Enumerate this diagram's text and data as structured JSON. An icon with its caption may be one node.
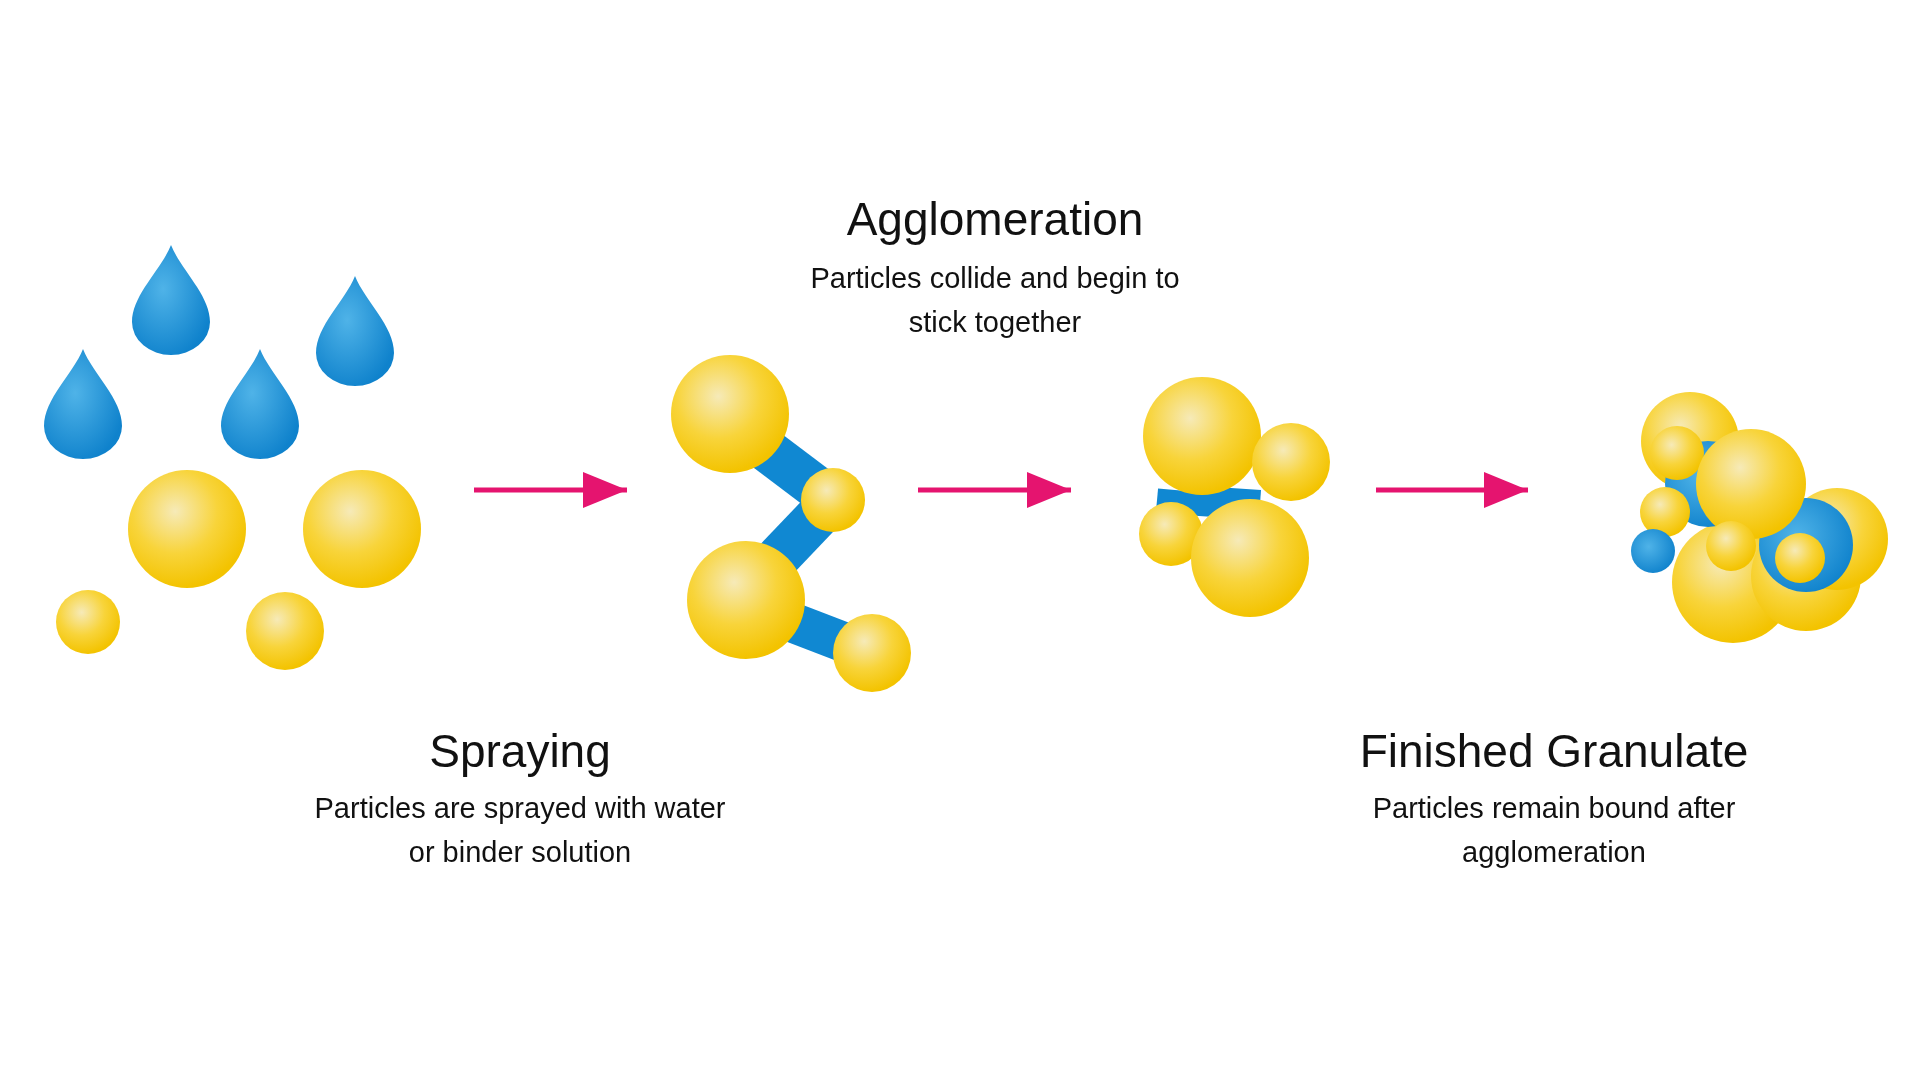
{
  "diagram": {
    "nodes": [
      {
        "text": [],
        "shape": "picture"
      },
      {
        "text": [],
        "shape": "picture"
      },
      {
        "text": [],
        "shape": "picture"
      },
      {
        "text": [],
        "shape": "picture"
      }
    ],
    "edges": [
      {
        "from": 0,
        "to": 1,
        "arrow": "to"
      },
      {
        "from": 1,
        "to": 2,
        "arrow": "to"
      },
      {
        "from": 2,
        "to": 3,
        "arrow": "to"
      }
    ],
    "labels": [
      "Agglomeration",
      "Particles collide and begin to stick together",
      "Spraying",
      "Particles are sprayed with water or binder solution",
      "Finished Granulate",
      "Particles remain bound after agglomeration"
    ]
  }
}
